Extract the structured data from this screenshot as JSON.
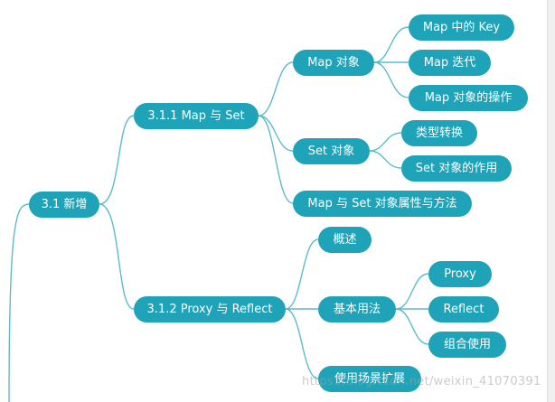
{
  "colors": {
    "node_fill": "#1fa3b8",
    "line": "#5bbccb"
  },
  "nodes": {
    "new_features": "3.1 新增",
    "map_set": "3.1.1 Map 与 Set",
    "map_object": "Map 对象",
    "map_key": "Map 中的 Key",
    "map_iterate": "Map 迭代",
    "map_ops": "Map 对象的操作",
    "set_object": "Set 对象",
    "type_conversion": "类型转换",
    "set_role": "Set 对象的作用",
    "map_set_props": "Map 与 Set 对象属性与方法",
    "proxy_reflect": "3.1.2 Proxy 与 Reflect",
    "overview": "概述",
    "basic_usage": "基本用法",
    "proxy": "Proxy",
    "reflect": "Reflect",
    "combined_use": "组合使用",
    "use_cases": "使用场景扩展"
  },
  "watermark": "https://blog.csdn.net/weixin_41070391"
}
